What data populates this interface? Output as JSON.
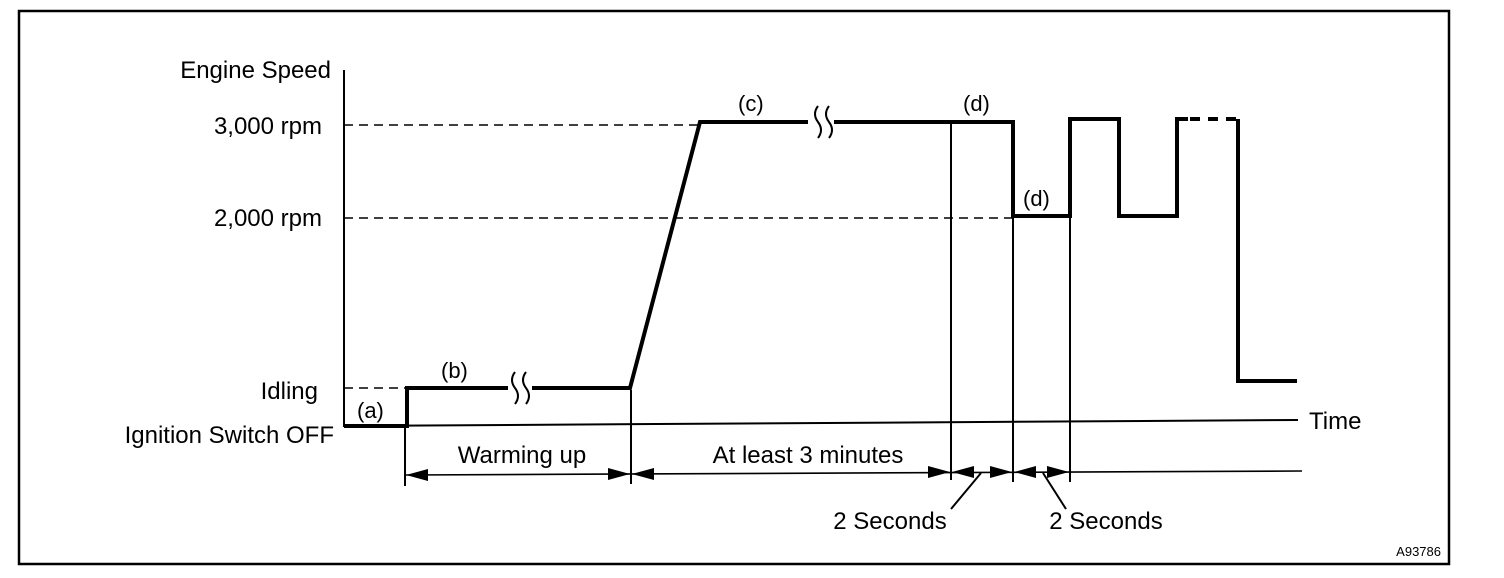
{
  "y_axis_title": "Engine Speed",
  "levels": {
    "rpm_3000": "3,000 rpm",
    "rpm_2000": "2,000 rpm",
    "idling": "Idling",
    "ignition_off": "Ignition Switch OFF"
  },
  "x_axis_title": "Time",
  "phase_tags": {
    "a": "(a)",
    "b": "(b)",
    "c": "(c)",
    "d_first": "(d)",
    "d_second": "(d)"
  },
  "intervals": {
    "warming_up": "Warming up",
    "at_least": "At least 3 minutes",
    "two_seconds_first": "2 Seconds",
    "two_seconds_second": "2 Seconds"
  },
  "figure_code": "A93786"
}
